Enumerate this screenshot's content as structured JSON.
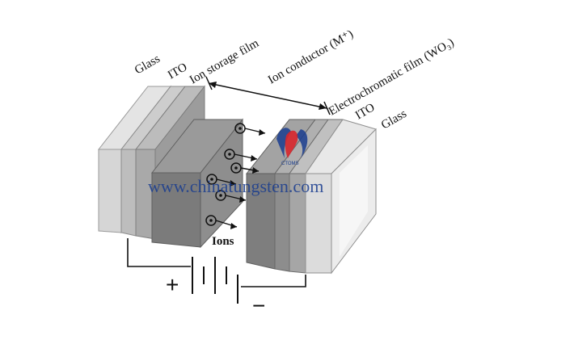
{
  "labels": {
    "glass_left": "Glass",
    "ito_left": "ITO",
    "ion_storage": "Ion storage film",
    "ion_conductor": "Ion conductor (M⁺)",
    "electrochromic": "Electrochromatic film (WO₃)",
    "ito_right": "ITO",
    "glass_right": "Glass",
    "ions": "Ions"
  },
  "polarity": {
    "plus": "+",
    "minus": "−"
  },
  "watermark": {
    "url": "www.chinatungsten.com",
    "logo_text": "CTOMS"
  },
  "colors": {
    "glass": "#d9d9d9",
    "ito": "#bdbdbd",
    "film_dark": "#8a8a8a",
    "film_mid": "#a6a6a6",
    "watermark_blue": "#1a3d8f",
    "logo_red": "#d8262b"
  }
}
